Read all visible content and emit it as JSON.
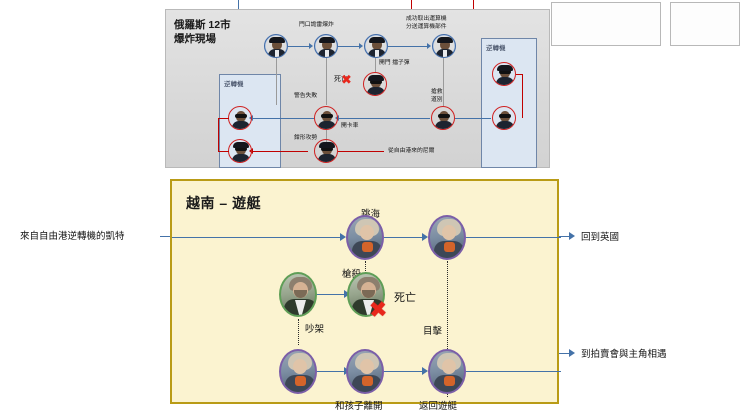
{
  "top_section": {
    "russia_panel": {
      "title_line1": "俄羅斯 12市",
      "title_line2": "爆炸現場",
      "inverted_box_left_label": "逆轉機",
      "inverted_box_right_label": "逆轉機",
      "labels": {
        "door_mine": "門口詭雷爆炸",
        "extract_device": "成功取出運算機",
        "distribute_parts": "分送運算機部件",
        "open_door_block": "開門 擋子彈",
        "death": "死亡",
        "warning_failed": "警告失敗",
        "drive_truck": "開卡車",
        "pincer_attack": "鉗形攻勢",
        "rescue": "搶救",
        "farewell": "道別",
        "neil_from_freeport": "從自由港來的尼爾"
      }
    },
    "cards": {
      "left_card_label": "",
      "right_card_avatar": "avatar"
    }
  },
  "bottom_section": {
    "vietnam_panel": {
      "title": "越南 – 遊艇",
      "labels": {
        "jump_sea": "跳海",
        "shot_dead": "槍殺",
        "death": "死亡",
        "argue": "吵架",
        "witness": "目擊",
        "leave_with_child": "和孩子離開",
        "return_yacht": "返回遊艇"
      }
    },
    "entry_label": "來自自由港逆轉機的凱特",
    "exit_label_top": "回到英國",
    "exit_label_bottom": "到拍賣會與主角相遇"
  },
  "colors": {
    "panel_yellow_bg": "#fbf3d0",
    "panel_yellow_border": "#b99b16",
    "panel_grey_bg": "#dcdcdc",
    "inverted_box_blue": "#dce6f2",
    "line_blue": "#4472a8",
    "line_red": "#c00000",
    "x_red": "#e8271c",
    "node_purple": "#7b5ea8",
    "node_green": "#5f9e57"
  },
  "marks": {
    "x_symbol": "✖"
  }
}
